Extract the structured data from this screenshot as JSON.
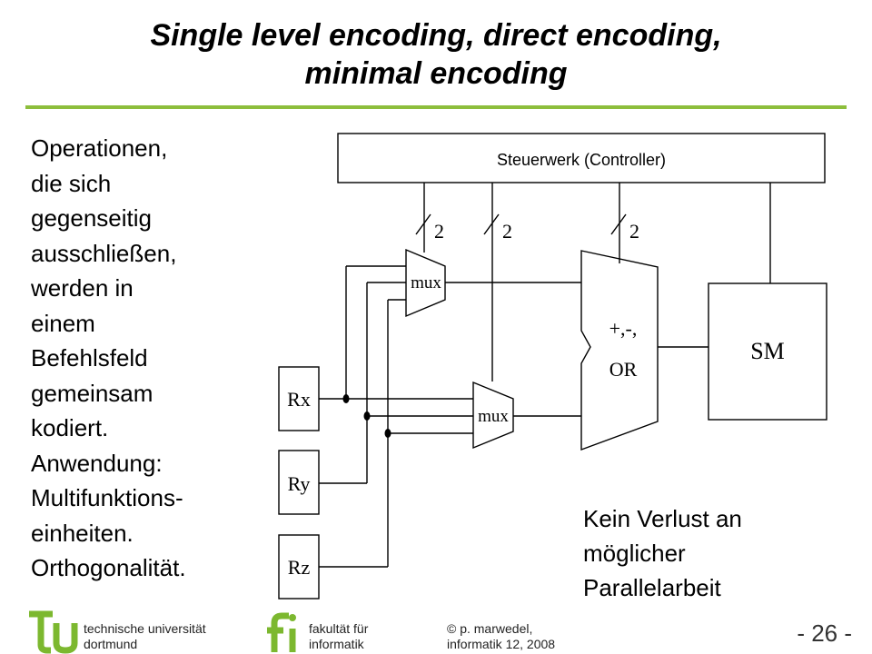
{
  "slide": {
    "title_line1": "Single level encoding, direct encoding,",
    "title_line2": "minimal encoding",
    "left_text": [
      "Operationen,",
      "die sich",
      "gegenseitig",
      "ausschließen,",
      "werden in",
      "einem",
      "Befehlsfeld",
      "gemeinsam",
      "kodiert.",
      "Anwendung:",
      "Multifunktions-",
      "einheiten.",
      "Orthogonalität."
    ],
    "note_lines": [
      "Kein Verlust an",
      "möglicher",
      "Parallelarbeit"
    ]
  },
  "diagram": {
    "controller_label": "Steuerwerk (Controller)",
    "mux1_label": "mux",
    "mux2_label": "mux",
    "alu_label_line1": "+,-,",
    "alu_label_line2": "OR",
    "sm_label": "SM",
    "rx_label": "Rx",
    "ry_label": "Ry",
    "rz_label": "Rz",
    "bus_width_1": "2",
    "bus_width_2": "2",
    "bus_width_3": "2"
  },
  "footer": {
    "tu_line1": "technische universität",
    "tu_line2": "dortmund",
    "fi_line1": "fakultät für",
    "fi_line2": "informatik",
    "author_line1": "© p. marwedel,",
    "author_line2": "informatik 12,  2008",
    "page_number": "- 26 -"
  },
  "colors": {
    "accent_green": "#8dbe3c",
    "tu_logo_green": "#7cb82f",
    "text": "#000000"
  }
}
